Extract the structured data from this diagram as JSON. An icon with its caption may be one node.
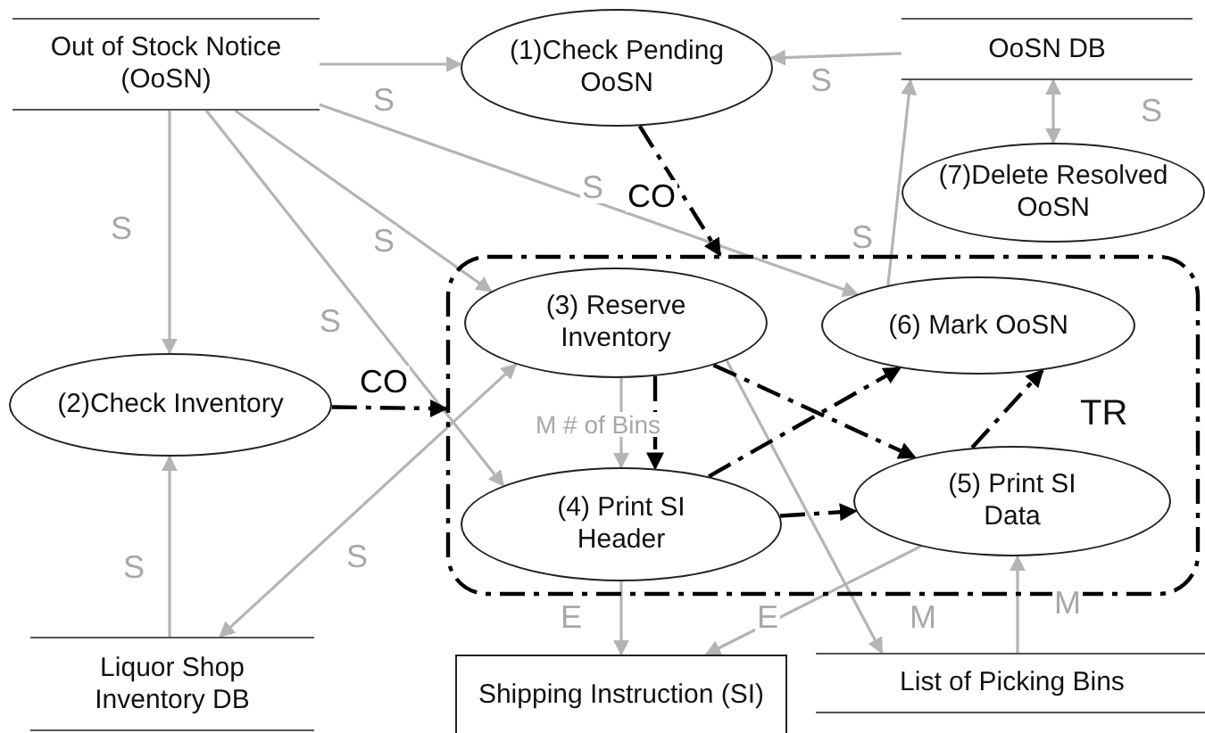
{
  "diagram": {
    "nodes": [
      {
        "text": [
          "Out of Stock Notice (OoSN)"
        ]
      },
      {
        "text": [
          "(1)Check Pending OoSN"
        ]
      },
      {
        "text": [
          "OoSN DB"
        ]
      },
      {
        "text": [
          "(7)Delete Resolved OoSN"
        ]
      },
      {
        "text": [
          "TR"
        ]
      },
      {
        "text": [
          "(2)Check Inventory"
        ]
      },
      {
        "text": [
          "(3)  Reserve Inventory"
        ],
        "in": 4
      },
      {
        "text": [
          "(6)  Mark OoSN"
        ],
        "in": 4
      },
      {
        "text": [
          "(4)  Print SI Header"
        ],
        "in": 4
      },
      {
        "text": [
          "(5)  Print SI Data"
        ],
        "in": 4
      },
      {
        "text": [
          "Liquor Shop Inventory DB"
        ]
      },
      {
        "text": [
          "Shipping Instruction (SI)"
        ]
      },
      {
        "text": [
          "List of Picking Bins"
        ]
      }
    ],
    "edges": [
      {
        "from": 0,
        "to": 1,
        "arrow": "to",
        "label": "S"
      },
      {
        "from": 2,
        "to": 1,
        "arrow": "to",
        "label": "S"
      },
      {
        "from": 2,
        "to": 3,
        "arrow": "both",
        "label": "S"
      },
      {
        "from": 0,
        "to": 5,
        "arrow": "to",
        "label": "S"
      },
      {
        "from": 0,
        "to": 8,
        "arrow": "to",
        "label": "S"
      },
      {
        "from": 0,
        "to": 6,
        "arrow": "to",
        "label": "S"
      },
      {
        "from": 0,
        "to": 7,
        "arrow": "to",
        "label": "S"
      },
      {
        "from": 7,
        "to": 2,
        "arrow": "to",
        "label": "S"
      },
      {
        "from": 10,
        "to": 5,
        "arrow": "to",
        "label": "S"
      },
      {
        "from": 10,
        "to": 6,
        "arrow": "both",
        "label": "S"
      },
      {
        "from": 6,
        "to": 8,
        "arrow": "to",
        "label": "M # of Bins"
      },
      {
        "from": 8,
        "to": 11,
        "arrow": "to",
        "label": "E"
      },
      {
        "from": 9,
        "to": 11,
        "arrow": "to",
        "label": "E"
      },
      {
        "from": 6,
        "to": 12,
        "arrow": "to",
        "label": "M"
      },
      {
        "from": 12,
        "to": 9,
        "arrow": "to",
        "label": "M"
      },
      {
        "from": 1,
        "to": 4,
        "arrow": "to",
        "label": "CO",
        "style": "dashed",
        "color": "#000000"
      },
      {
        "from": 5,
        "to": 4,
        "arrow": "to",
        "label": "CO",
        "style": "dashed",
        "color": "#000000"
      },
      {
        "from": 6,
        "to": 8,
        "arrow": "to",
        "style": "dashed",
        "color": "#000000"
      },
      {
        "from": 6,
        "to": 9,
        "arrow": "to",
        "style": "dashed",
        "color": "#000000"
      },
      {
        "from": 8,
        "to": 7,
        "arrow": "to",
        "style": "dashed",
        "color": "#000000"
      },
      {
        "from": 8,
        "to": 9,
        "arrow": "to",
        "style": "dashed",
        "color": "#000000"
      },
      {
        "from": 9,
        "to": 7,
        "arrow": "to",
        "style": "dashed",
        "color": "#000000"
      }
    ]
  }
}
